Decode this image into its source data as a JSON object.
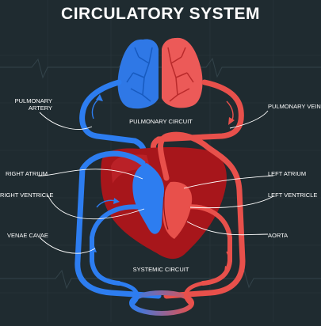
{
  "title": "CIRCULATORY SYSTEM",
  "labels": {
    "pulmonary_artery_line1": "PULMONARY",
    "pulmonary_artery_line2": "ARTERY",
    "pulmonary_vein": "PULMONARY VEIN",
    "pulmonary_circuit": "PULMONARY CIRCUIT",
    "right_atrium": "RIGHT  ATRIUM",
    "left_atrium": "LEFT ATRIUM",
    "right_ventricle": "RIGHT VENTRICLE",
    "left_ventricle": "LEFT VENTRICLE",
    "venae_cavae": "VENAE CAVAE",
    "aorta": "AORTA",
    "systemic_circuit": "SYSTEMIC CIRCUIT"
  },
  "colors": {
    "background": "#1f2b30",
    "deoxygenated_blue": "#2d7df0",
    "oxygenated_red": "#e8504b",
    "heart_dark_red": "#a7161b",
    "text": "#ffffff"
  }
}
